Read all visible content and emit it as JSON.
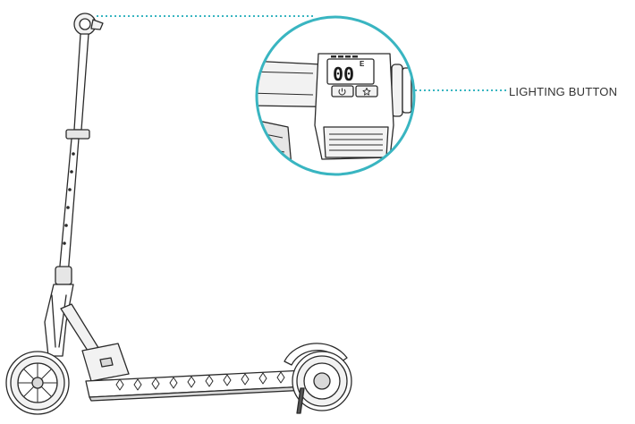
{
  "callout": {
    "label": "LIGHTING BUTTON"
  },
  "display": {
    "speed_readout": "00",
    "indicator": "E"
  },
  "colors": {
    "accent": "#39b5c1",
    "line": "#2a2a2a",
    "fill_light": "#f2f2f2",
    "fill_mid": "#d9d9d9",
    "fill_dark": "#555555"
  }
}
